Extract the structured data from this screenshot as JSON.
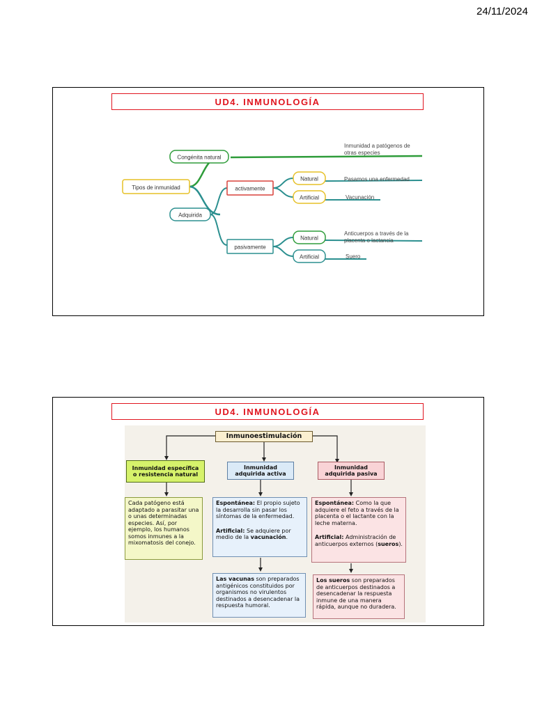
{
  "date": "24/11/2024",
  "slide1": {
    "title": "UD4. INMUNOLOGÍA",
    "map": {
      "root": "Tipos de inmunidad",
      "congenita": "Congénita natural",
      "congenita_desc": [
        "Inmunidad a patógenos de",
        "otras especies"
      ],
      "adquirida": "Adquirida",
      "activamente": "activamente",
      "pasivamente": "pasivamente",
      "natural": "Natural",
      "artificial": "Artificial",
      "act_natural_desc": "Pasamos una enfermedad",
      "act_artificial_desc": "Vacunación",
      "pas_natural_desc": [
        "Anticuerpos a través de la",
        "placenta o lactancia"
      ],
      "pas_artificial_desc": "Suero"
    },
    "colors": {
      "green": "#2e9c3a",
      "teal": "#2b8f8f",
      "red": "#d9403a",
      "yellow": "#e6c027"
    }
  },
  "slide2": {
    "title": "UD4. INMUNOLOGÍA",
    "top": "Inmunoestimulación",
    "col1": {
      "header": "Inmunidad específica o resistencia natural",
      "body": "Cada patógeno está adaptado a parasitar una o unas determinadas especies. Así, por ejemplo, los humanos somos inmunes a la mixomatosis del conejo."
    },
    "col2": {
      "header": "Inmunidad adquirida activa",
      "esp_label": "Espontánea:",
      "esp_text": " El propio sujeto la desarrolla sin pasar los síntomas de la enfermedad.",
      "art_label": "Artificial:",
      "art_text": " Se adquiere por medio de la ",
      "art_bold": "vacunación",
      "art_end": ".",
      "sub_bold": "Las vacunas",
      "sub_text": " son preparados antigénicos constituidos por organismos no virulentos destinados a desencadenar la respuesta humoral."
    },
    "col3": {
      "header": "Inmunidad adquirida pasiva",
      "esp_label": "Espontánea:",
      "esp_text": " Como la que adquiere el feto a través de la placenta o el lactante con la leche materna.",
      "art_label": "Artificial:",
      "art_text": " Administración de anticuerpos externos (",
      "art_bold": "sueros",
      "art_end": ").",
      "sub_bold": "Los sueros",
      "sub_text": " son preparados de anticuerpos destinados a desencadenar la respuesta inmune de una manera rápida, aunque no duradera."
    },
    "colors": {
      "header1": "#d6f26b",
      "header2": "#dbeaf7",
      "header3": "#f9d3d6",
      "box1": "#f4f7c8",
      "box2": "#e7f1fb",
      "box3": "#fbe3e4",
      "top": "#fbefd0"
    }
  }
}
